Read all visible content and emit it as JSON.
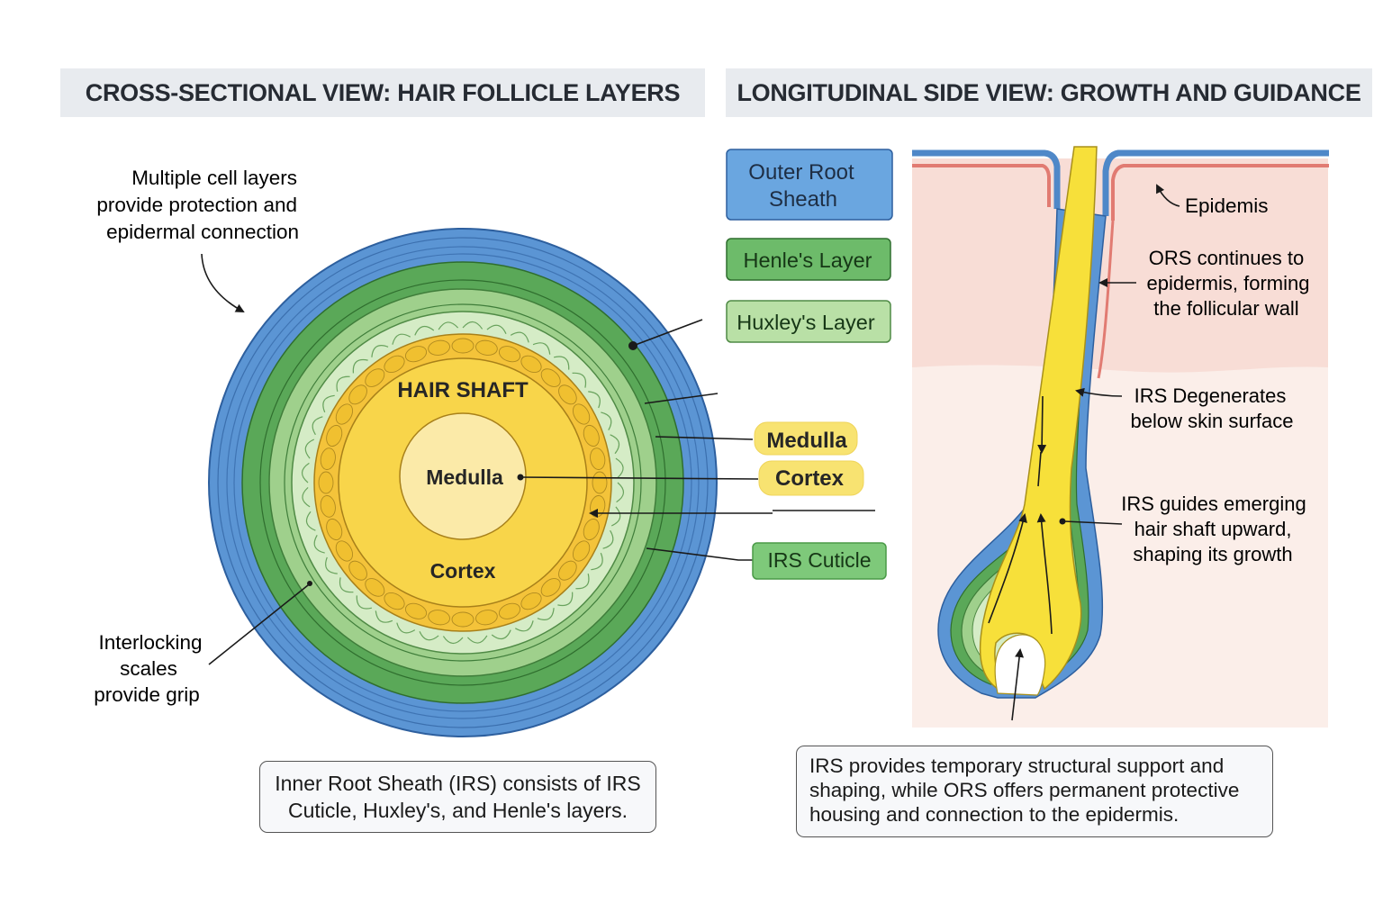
{
  "headers": {
    "left": "CROSS-SECTIONAL VIEW: HAIR FOLLICLE LAYERS",
    "right": "LONGITUDINAL SIDE VIEW: GROWTH AND GUIDANCE"
  },
  "cross_section": {
    "hair_shaft_label": "HAIR SHAFT",
    "medulla_label": "Medulla",
    "cortex_label": "Cortex",
    "annotation_top": [
      "Multiple cell layers",
      "provide protection and",
      "epidermal connection"
    ],
    "annotation_bottom": [
      "Interlocking",
      "scales",
      "provide grip"
    ]
  },
  "legend": {
    "outer_root_sheath": [
      "Outer Root",
      "Sheath"
    ],
    "henles_layer": "Henle's Layer",
    "huxleys_layer": "Huxley's Layer",
    "medulla": "Medulla",
    "cortex": "Cortex",
    "irs_cuticle": "IRS Cuticle"
  },
  "longitudinal": {
    "epidermis": "Epidemis",
    "ors_note": [
      "ORS continues to",
      "epidermis, forming",
      "the follicular wall"
    ],
    "irs_degenerates": [
      "IRS Degenerates",
      "below skin surface"
    ],
    "irs_guides": [
      "IRS guides emerging",
      "hair shaft upward,",
      "shaping its growth"
    ]
  },
  "captions": {
    "left": "Inner Root Sheath (IRS) consists of IRS Cuticle, Huxley's, and Henle's layers.",
    "right": "IRS provides temporary structural support and shaping, while ORS offers permanent protective housing and connection to the epidermis."
  },
  "colors": {
    "ors_blue": "#5b95d4",
    "henle_green": "#5aa858",
    "huxley_green": "#9fd08c",
    "cuticle_green": "#d5ecc6",
    "shaft_yellow": "#f8d54a",
    "medulla_cream": "#fbeaa8",
    "epidermis_pink": "#f8ddd6",
    "dermis_pink": "#fbeee9"
  }
}
